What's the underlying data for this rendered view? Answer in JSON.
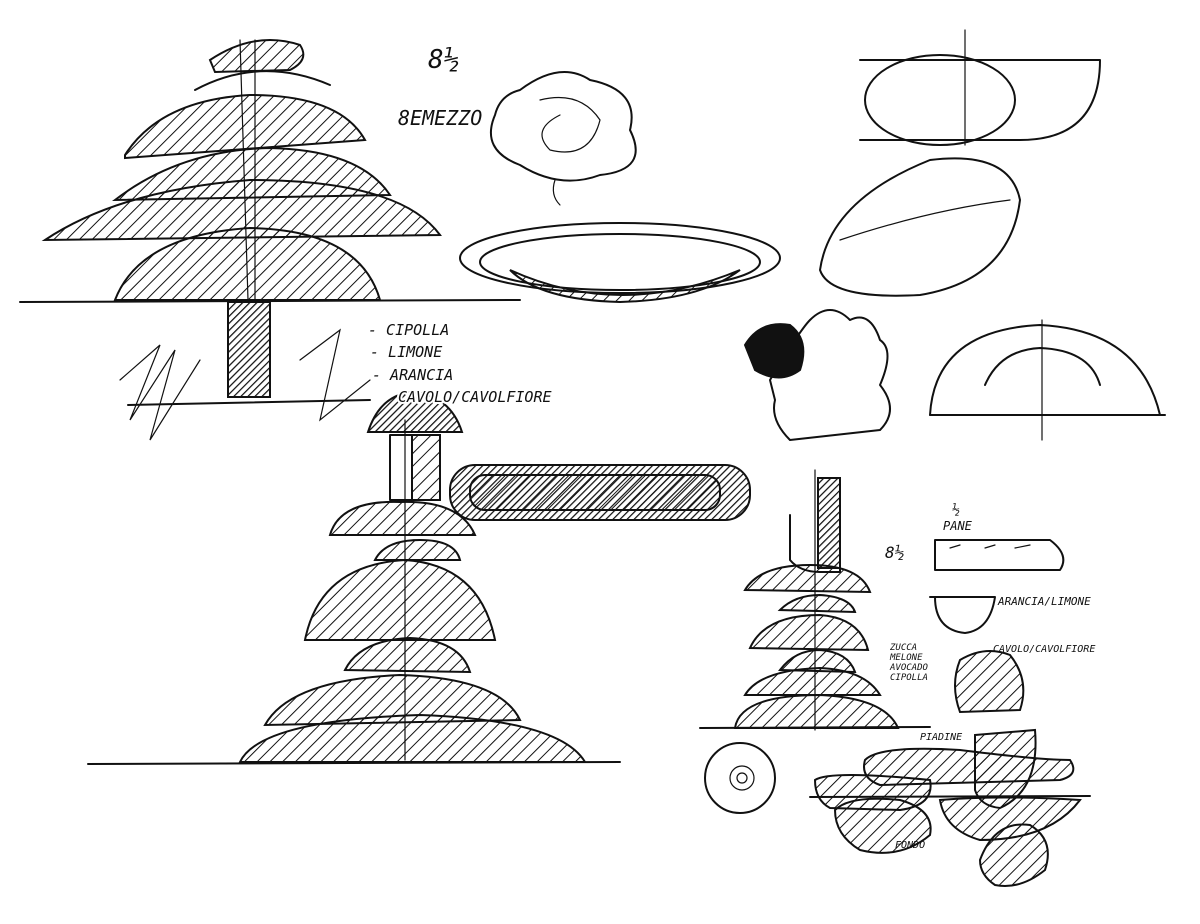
{
  "title_fraction": "8½",
  "title_word": "8EMEZZO",
  "ingredient_list": [
    "- CIPOLLA",
    "- LIMONE",
    "- ARANCIA",
    "CAVOLO/CAVOLFIORE"
  ],
  "legend": {
    "half_label": "½",
    "pane": "PANE",
    "size_label": "8½",
    "arancia_limone": "ARANCIA/LIMONE",
    "cavolo_cavolfiore": "CAVOLO/CAVOLFIORE",
    "other_items": [
      "ZUCCA",
      "MELONE",
      "AVOCADO",
      "CIPOLLA"
    ],
    "piadine": "PIADINE",
    "fondo": "FONDO"
  }
}
